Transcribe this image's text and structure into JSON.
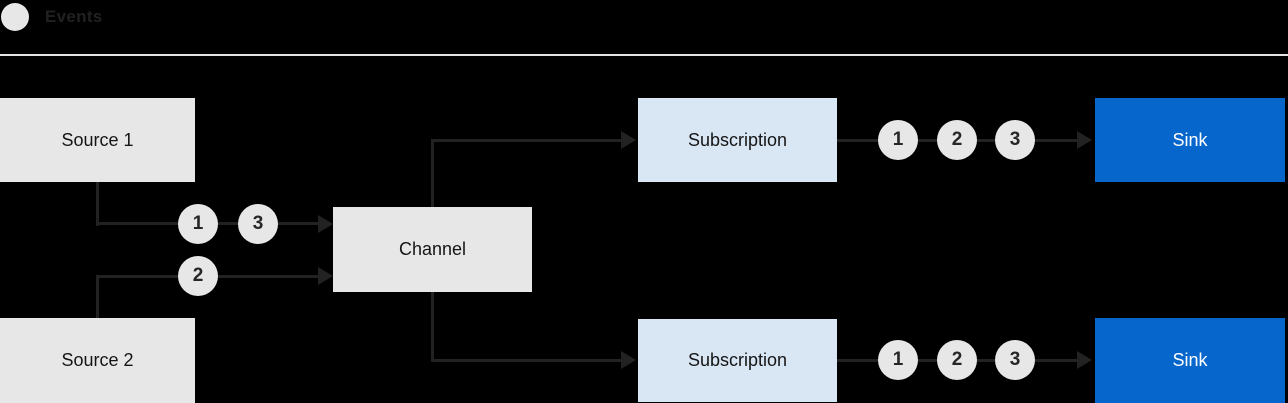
{
  "legend": {
    "label": "Events"
  },
  "nodes": {
    "source1": {
      "label": "Source 1"
    },
    "source2": {
      "label": "Source 2"
    },
    "channel": {
      "label": "Channel"
    },
    "subscription1": {
      "label": "Subscription"
    },
    "subscription2": {
      "label": "Subscription"
    },
    "sink1": {
      "label": "Sink"
    },
    "sink2": {
      "label": "Sink"
    }
  },
  "events": {
    "source1_to_channel": [
      "1",
      "3"
    ],
    "source2_to_channel": [
      "2"
    ],
    "subscription1_to_sink": [
      "1",
      "2",
      "3"
    ],
    "subscription2_to_sink": [
      "1",
      "2",
      "3"
    ]
  },
  "icons": {
    "legend_circle": "event-circle",
    "arrowhead": "right-arrowhead"
  },
  "colors": {
    "background": "#000000",
    "line": "#222222",
    "divider": "#e4e4e4",
    "node_gray_fill": "#e7e7e7",
    "subscription_fill": "#d9e6f4",
    "sink_fill": "#0666cb",
    "sink_text": "#ffffff",
    "node_text": "#151515",
    "event_circle_fill": "#e7e7e7",
    "event_text": "#262626",
    "legend_text": "#212121"
  }
}
